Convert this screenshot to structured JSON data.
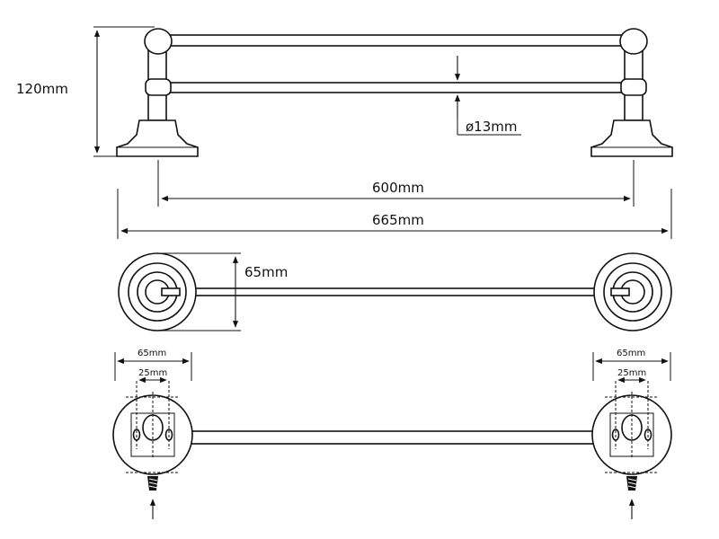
{
  "dimensions": {
    "height": "120mm",
    "rod_diameter": "ø13mm",
    "bracket_spacing": "600mm",
    "overall_length": "665mm",
    "depth": "65mm",
    "left_base_width": "65mm",
    "left_hole_spacing": "25mm",
    "right_base_width": "65mm",
    "right_hole_spacing": "25mm"
  },
  "colors": {
    "line": "#111111",
    "background": "#ffffff"
  }
}
